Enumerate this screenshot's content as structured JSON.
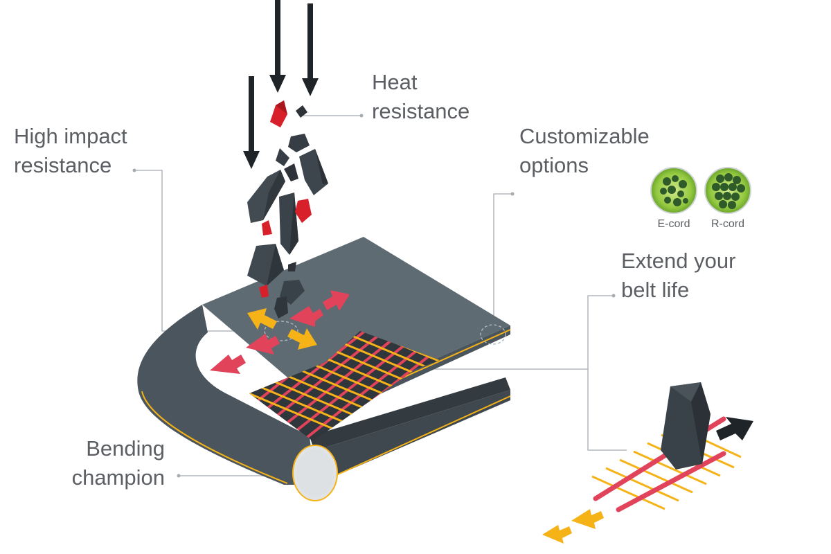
{
  "labels": {
    "heat": [
      "Heat",
      "resistance"
    ],
    "impact": [
      "High impact",
      "resistance"
    ],
    "custom": [
      "Customizable",
      "options"
    ],
    "extend": [
      "Extend your",
      "belt life"
    ],
    "bending": [
      "Bending",
      "champion"
    ]
  },
  "cords": {
    "e_cord": "E-cord",
    "r_cord": "R-cord"
  },
  "colors": {
    "belt_top": "#5f6b73",
    "belt_side": "#4a545c",
    "belt_dark": "#3a4249",
    "rock": "#363d44",
    "hot_rock": "#d8202a",
    "cord_red": "#e0435a",
    "cord_yellow": "#f5b318",
    "arrow_dark": "#1f2429",
    "leader": "#9aa0a6",
    "cord_green": "#8cc63f"
  }
}
